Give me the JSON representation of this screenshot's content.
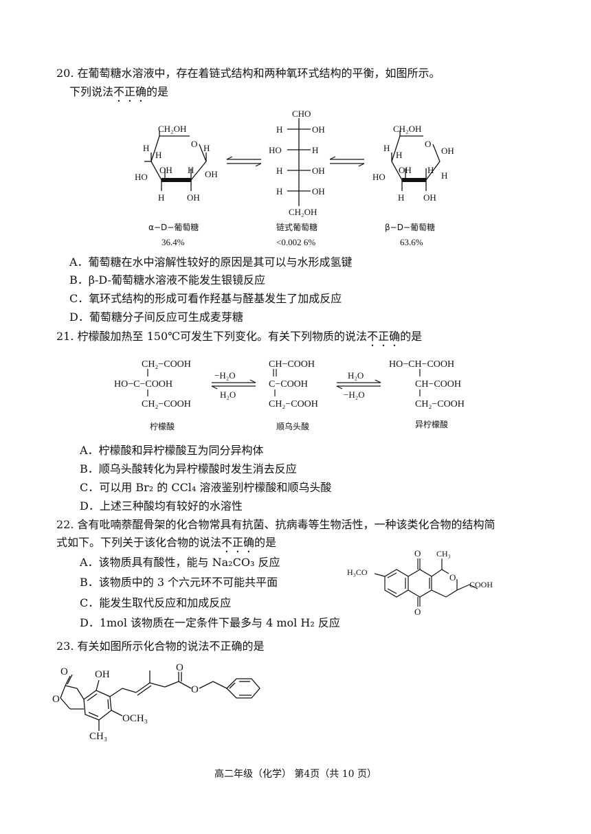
{
  "q20": {
    "stem_line1": "20. 在葡萄糖水溶液中，存在着链式结构和两种氧环式结构的平衡，如图所示。",
    "stem_line2_pre": "下列说法",
    "stem_line2_em": "不正确",
    "stem_line2_post": "的是",
    "figure": {
      "alpha_name": "α−D−葡萄糖",
      "alpha_pct": "36.4%",
      "chain_name": "链式葡萄糖",
      "chain_pct": "<0.002 6%",
      "beta_name": "β−D−葡萄糖",
      "beta_pct": "63.6%",
      "labels": {
        "ch2oh": "CH₂OH",
        "cho": "CHO",
        "h": "H",
        "oh": "OH",
        "ho": "HO",
        "o": "O"
      }
    },
    "options": [
      "A．葡萄糖在水中溶解性较好的原因是其可以与水形成氢键",
      "B．β-D-葡萄糖水溶液不能发生银镜反应",
      "C．氧环式结构的形成可看作羟基与醛基发生了加成反应",
      "D．葡萄糖分子间反应可生成麦芽糖"
    ]
  },
  "q21": {
    "stem_pre": "21. 柠檬酸加热至 150℃可发生下列变化。有关下列物质的说法",
    "stem_em": "不正确",
    "stem_post": "的是",
    "figure": {
      "citric_name": "柠檬酸",
      "aconitic_name": "顺乌头酸",
      "isocitric_name": "异柠檬酸",
      "minus_h2o": "−H₂O",
      "h2o": "H₂O",
      "ch2cooh": "CH₂−COOH",
      "ho_c_cooh": "HO−C−COOH",
      "ch_cooh": "CH−COOH",
      "c_cooh": "C−COOH",
      "ho_ch_cooh": "HO−CH−COOH"
    },
    "options": [
      "A．柠檬酸和异柠檬酸互为同分异构体",
      "B．顺乌头酸转化为异柠檬酸时发生消去反应",
      "C．可以用 Br₂ 的 CCl₄ 溶液鉴别柠檬酸和顺乌头酸",
      "D．上述三种酸均有较好的水溶性"
    ]
  },
  "q22": {
    "stem_line1": "22. 含有吡喃萘醌骨架的化合物常具有抗菌、抗病毒等生物活性，一种该类化合物的结构简",
    "stem_line2_pre": "式如下。下列关于该化合物的说法",
    "stem_line2_em": "不正确",
    "stem_line2_post": "的是",
    "figure": {
      "h3co": "H₃CO",
      "cooh": "COOH",
      "ch3": "CH₃",
      "o": "O"
    },
    "options": [
      "A．该物质具有酸性，能与 Na₂CO₃ 反应",
      "B．该物质中的 3 个六元环不可能共平面",
      "C．能发生取代反应和加成反应",
      "D．1mol 该物质在一定条件下最多与 4 mol H₂ 反应"
    ]
  },
  "q23": {
    "stem": "23. 有关如图所示化合物的说法不正确的是",
    "figure": {
      "oh": "OH",
      "och3": "OCH₃",
      "ch3": "CH₃",
      "o": "O"
    }
  },
  "footer": "高二年级（化学）    第4页（共 10 页）"
}
